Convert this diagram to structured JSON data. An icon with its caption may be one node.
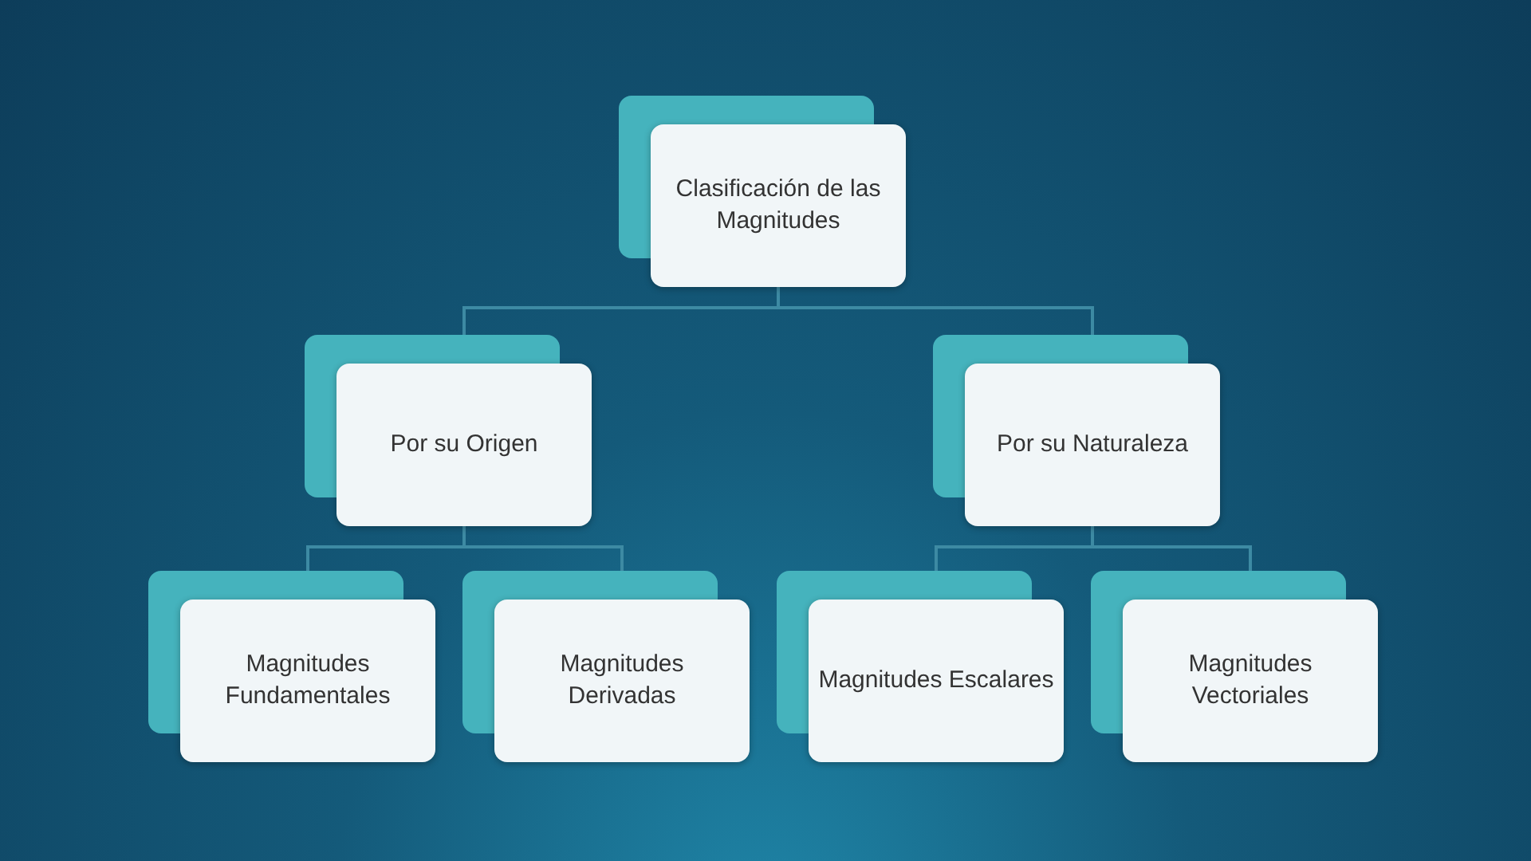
{
  "diagram": {
    "nodes": [
      {
        "text": [
          "Clasificación de las Magnitudes"
        ]
      },
      {
        "text": [
          "Por su Origen"
        ]
      },
      {
        "text": [
          "Por su Naturaleza"
        ]
      },
      {
        "text": [
          "Magnitudes Fundamentales"
        ]
      },
      {
        "text": [
          "Magnitudes Derivadas"
        ]
      },
      {
        "text": [
          "Magnitudes Escalares"
        ]
      },
      {
        "text": [
          "Magnitudes Vectoriales"
        ]
      }
    ],
    "edges": [
      {
        "from": 0,
        "to": 1,
        "arrow": "none"
      },
      {
        "from": 0,
        "to": 2,
        "arrow": "none"
      },
      {
        "from": 1,
        "to": 3,
        "arrow": "none"
      },
      {
        "from": 1,
        "to": 4,
        "arrow": "none"
      },
      {
        "from": 2,
        "to": 5,
        "arrow": "none"
      },
      {
        "from": 2,
        "to": 6,
        "arrow": "none"
      }
    ]
  }
}
